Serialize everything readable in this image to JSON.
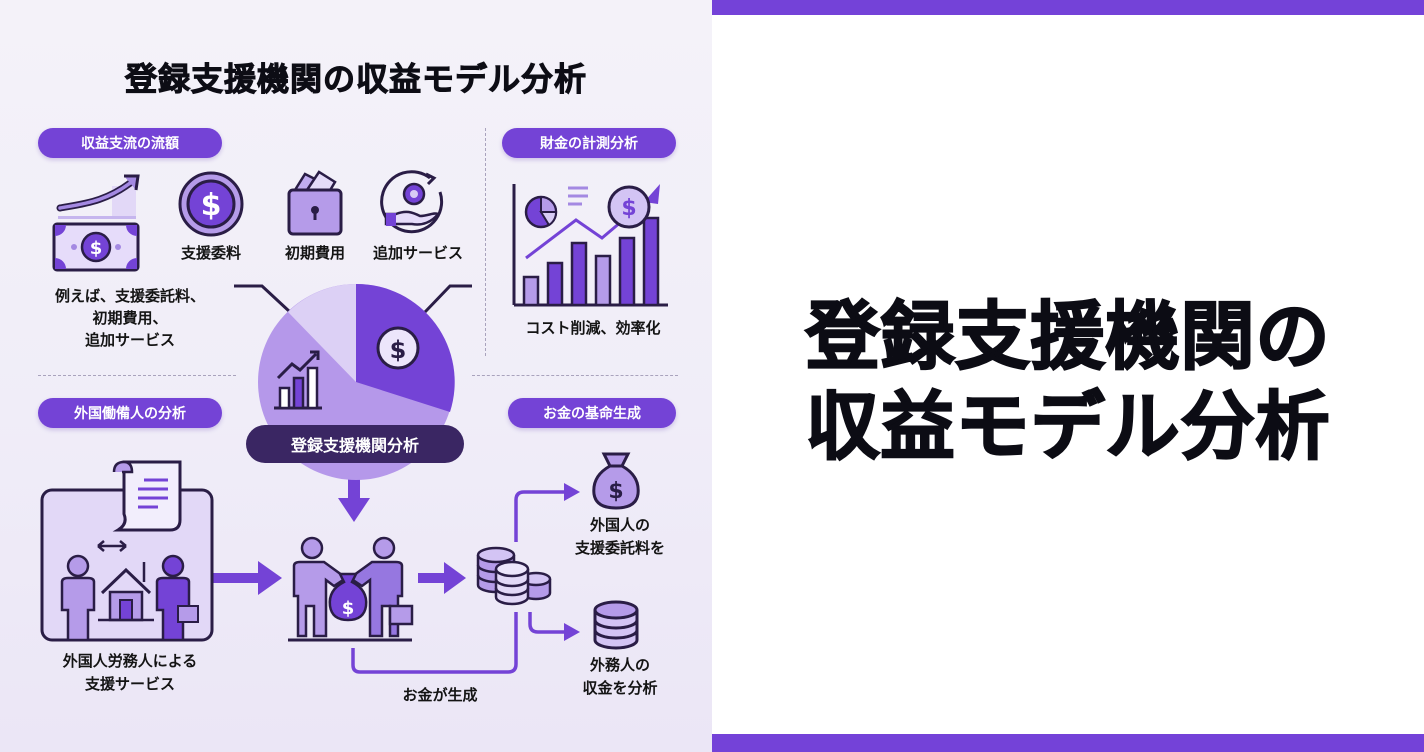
{
  "infographic": {
    "title": "登録支援機関の収益モデル分析",
    "sections": {
      "revenue_streams": {
        "pill": "収益支流の流額",
        "items": [
          "支援委料",
          "初期費用",
          "追加サービス"
        ],
        "example_lines": [
          "例えば、支援委託料、",
          "初期費用、",
          "追加サービス"
        ]
      },
      "financial_analysis": {
        "pill": "財金の計測分析",
        "caption": "コスト削減、効率化"
      },
      "foreign_worker_analysis": {
        "pill": "外国働備人の分析",
        "caption_lines": [
          "外国人労務人による",
          "支援サービス"
        ]
      },
      "money_generation": {
        "pill": "お金の基命生成",
        "output_top_lines": [
          "外国人の",
          "支援委託料を"
        ],
        "output_bottom_lines": [
          "外務人の",
          "収金を分析"
        ]
      }
    },
    "center_label": "登録支援機関分析",
    "flow_label": "お金が生成",
    "icons": [
      "money-bill-growth-icon",
      "dollar-coin-icon",
      "wallet-lock-icon",
      "hand-gear-cycle-icon",
      "bar-chart-growth-icon",
      "pie-chart-icon",
      "document-scroll-icon",
      "people-house-icon",
      "handshake-moneybag-icon",
      "coin-stacks-icon",
      "money-bag-icon",
      "database-coins-icon"
    ],
    "colors": {
      "accent": "#7443d6",
      "accent_light": "#b9a2ec",
      "accent_pale": "#ddd2f6",
      "dark": "#3a2663",
      "outline": "#2a1d46"
    },
    "pie_slices": [
      {
        "label": "dollar",
        "percent": 33,
        "color": "#7443d6"
      },
      {
        "label": "growth",
        "percent": 52,
        "color": "#b598ea"
      },
      {
        "label": "other",
        "percent": 15,
        "color": "#dcd0f5"
      }
    ]
  },
  "banner": {
    "title_line1": "登録支援機関の",
    "title_line2": "収益モデル分析",
    "bar_color": "#7442d8"
  }
}
